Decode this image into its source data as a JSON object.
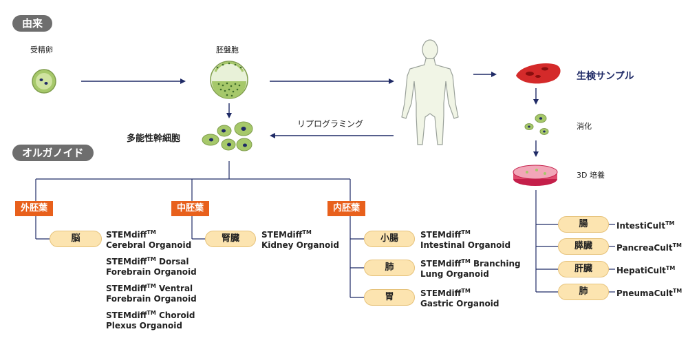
{
  "sections": {
    "origin": "由来",
    "organoid": "オルガノイド"
  },
  "origin_labels": {
    "zygote": "受精卵",
    "blastocyst": "胚盤胞",
    "pluripotent": "多能性幹細胞",
    "reprogramming": "リプログラミング",
    "sample": "生検サンプル",
    "digestion": "消化",
    "culture3d": "3D 培養"
  },
  "germ_layers": {
    "ectoderm": "外胚葉",
    "mesoderm": "中胚葉",
    "endoderm": "内胚葉"
  },
  "organs": {
    "brain": "脳",
    "kidney": "腎臓",
    "small_intestine": "小腸",
    "lung": "肺",
    "stomach": "胃",
    "intestine_right": "腸",
    "pancreas": "膵臓",
    "liver": "肝臓",
    "lung_right": "肺"
  },
  "products": {
    "cerebral": {
      "prefix": "STEMdiff",
      "tm": "TM",
      "line1_rest": "",
      "line2": "Cerebral Organoid"
    },
    "dorsal": {
      "prefix": "STEMdiff",
      "tm": "TM",
      "line1_rest": " Dorsal",
      "line2": "Forebrain Organoid"
    },
    "ventral": {
      "prefix": "STEMdiff",
      "tm": "TM",
      "line1_rest": " Ventral",
      "line2": "Forebrain Organoid"
    },
    "choroid": {
      "prefix": "STEMdiff",
      "tm": "TM",
      "line1_rest": " Choroid",
      "line2": "Plexus Organoid"
    },
    "kidney": {
      "prefix": "STEMdiff",
      "tm": "TM",
      "line1_rest": "",
      "line2": "Kidney Organoid"
    },
    "intestinal": {
      "prefix": "STEMdiff",
      "tm": "TM",
      "line1_rest": "",
      "line2": "Intestinal Organoid"
    },
    "lung": {
      "prefix": "STEMdiff",
      "tm": "TM",
      "line1_rest": " Branching",
      "line2": "Lung Organoid"
    },
    "gastric": {
      "prefix": "STEMdiff",
      "tm": "TM",
      "line1_rest": "",
      "line2": "Gastric Organoid"
    },
    "intesticult": {
      "prefix": "IntestiCult",
      "tm": "TM"
    },
    "pancreacult": {
      "prefix": "PancreaCult",
      "tm": "TM"
    },
    "hepaticult": {
      "prefix": "HepatiCult",
      "tm": "TM"
    },
    "pneumacult": {
      "prefix": "PneumaCult",
      "tm": "TM"
    }
  },
  "colors": {
    "navy": "#1f2a66",
    "orange": "#e8601c",
    "organ_fill": "#fce4b0",
    "cell_green": "#a6c86a",
    "tissue_red": "#d42a2a",
    "pill_gray": "#6e6e6e"
  }
}
